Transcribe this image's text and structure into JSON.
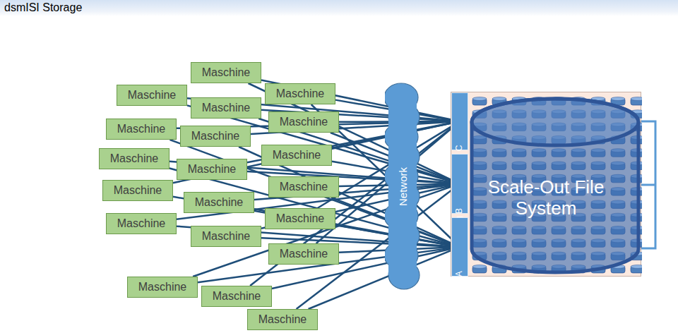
{
  "diagram": {
    "title": "dsmISI Storage",
    "nodes": [
      {
        "text": [
          "Maschine"
        ]
      },
      {
        "text": [
          "Maschine"
        ]
      },
      {
        "text": [
          "Maschine"
        ]
      },
      {
        "text": [
          "Maschine"
        ]
      },
      {
        "text": [
          "Maschine"
        ]
      },
      {
        "text": [
          "Maschine"
        ]
      },
      {
        "text": [
          "Maschine"
        ]
      },
      {
        "text": [
          "Maschine"
        ]
      },
      {
        "text": [
          "Maschine"
        ]
      },
      {
        "text": [
          "Maschine"
        ]
      },
      {
        "text": [
          "Maschine"
        ]
      },
      {
        "text": [
          "Maschine"
        ]
      },
      {
        "text": [
          "Maschine"
        ]
      },
      {
        "text": [
          "Maschine"
        ]
      },
      {
        "text": [
          "Maschine"
        ]
      },
      {
        "text": [
          "Maschine"
        ]
      },
      {
        "text": [
          "Maschine"
        ]
      },
      {
        "text": [
          "Maschine"
        ]
      },
      {
        "text": [
          "Maschine"
        ]
      },
      {
        "text": [
          "Maschine"
        ]
      },
      {
        "text": [
          "Network"
        ]
      },
      {
        "text": [
          "Scale-Out File System"
        ]
      },
      {
        "text": [
          "Zugang C"
        ],
        "in": 21
      },
      {
        "text": [
          "Zugang B"
        ],
        "in": 21
      },
      {
        "text": [
          "Zugang A"
        ],
        "in": 21
      }
    ],
    "edges": [
      {
        "from": 0,
        "to": 22,
        "arrow": "none"
      },
      {
        "from": 0,
        "to": 23,
        "arrow": "none"
      },
      {
        "from": 1,
        "to": 22,
        "arrow": "none"
      },
      {
        "from": 1,
        "to": 24,
        "arrow": "none"
      },
      {
        "from": 2,
        "to": 22,
        "arrow": "none"
      },
      {
        "from": 2,
        "to": 23,
        "arrow": "none"
      },
      {
        "from": 3,
        "to": 22,
        "arrow": "none"
      },
      {
        "from": 3,
        "to": 23,
        "arrow": "none"
      },
      {
        "from": 4,
        "to": 22,
        "arrow": "none"
      },
      {
        "from": 4,
        "to": 24,
        "arrow": "none"
      },
      {
        "from": 5,
        "to": 22,
        "arrow": "none"
      },
      {
        "from": 5,
        "to": 23,
        "arrow": "none"
      },
      {
        "from": 6,
        "to": 22,
        "arrow": "none"
      },
      {
        "from": 6,
        "to": 24,
        "arrow": "none"
      },
      {
        "from": 7,
        "to": 23,
        "arrow": "none"
      },
      {
        "from": 7,
        "to": 22,
        "arrow": "none"
      },
      {
        "from": 8,
        "to": 23,
        "arrow": "none"
      },
      {
        "from": 8,
        "to": 24,
        "arrow": "none"
      },
      {
        "from": 9,
        "to": 23,
        "arrow": "none"
      },
      {
        "from": 9,
        "to": 22,
        "arrow": "none"
      },
      {
        "from": 10,
        "to": 23,
        "arrow": "none"
      },
      {
        "from": 10,
        "to": 24,
        "arrow": "none"
      },
      {
        "from": 11,
        "to": 24,
        "arrow": "none"
      },
      {
        "from": 11,
        "to": 22,
        "arrow": "none"
      },
      {
        "from": 12,
        "to": 24,
        "arrow": "none"
      },
      {
        "from": 12,
        "to": 23,
        "arrow": "none"
      },
      {
        "from": 13,
        "to": 24,
        "arrow": "none"
      },
      {
        "from": 13,
        "to": 22,
        "arrow": "none"
      },
      {
        "from": 14,
        "to": 24,
        "arrow": "none"
      },
      {
        "from": 14,
        "to": 23,
        "arrow": "none"
      },
      {
        "from": 15,
        "to": 24,
        "arrow": "none"
      },
      {
        "from": 15,
        "to": 23,
        "arrow": "none"
      },
      {
        "from": 16,
        "to": 24,
        "arrow": "none"
      },
      {
        "from": 16,
        "to": 22,
        "arrow": "none"
      },
      {
        "from": 17,
        "to": 24,
        "arrow": "none"
      },
      {
        "from": 17,
        "to": 23,
        "arrow": "none"
      },
      {
        "from": 18,
        "to": 24,
        "arrow": "none"
      },
      {
        "from": 18,
        "to": 22,
        "arrow": "none"
      },
      {
        "from": 19,
        "to": 24,
        "arrow": "none"
      },
      {
        "from": 19,
        "to": 23,
        "arrow": "none"
      }
    ]
  }
}
